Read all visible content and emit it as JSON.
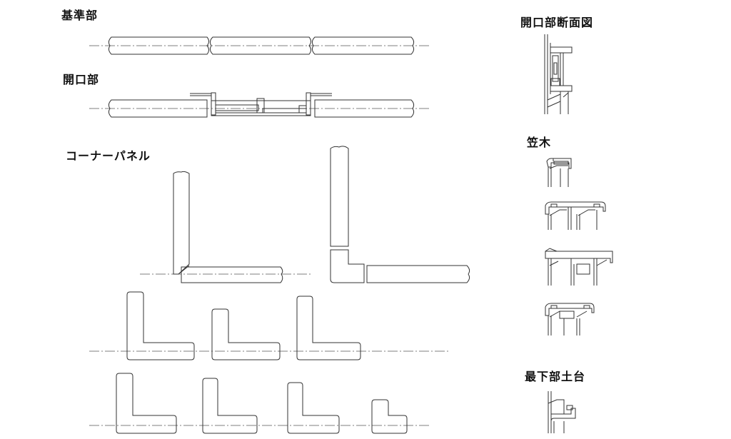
{
  "labels": {
    "standard": "基準部",
    "opening": "開口部",
    "corner_panel": "コーナーパネル",
    "opening_section": "開口部断面図",
    "coping": "笠木",
    "base": "最下部土台"
  },
  "colors": {
    "line": "#333333",
    "center_line": "#555555",
    "text": "#111111",
    "background": "#ffffff"
  }
}
